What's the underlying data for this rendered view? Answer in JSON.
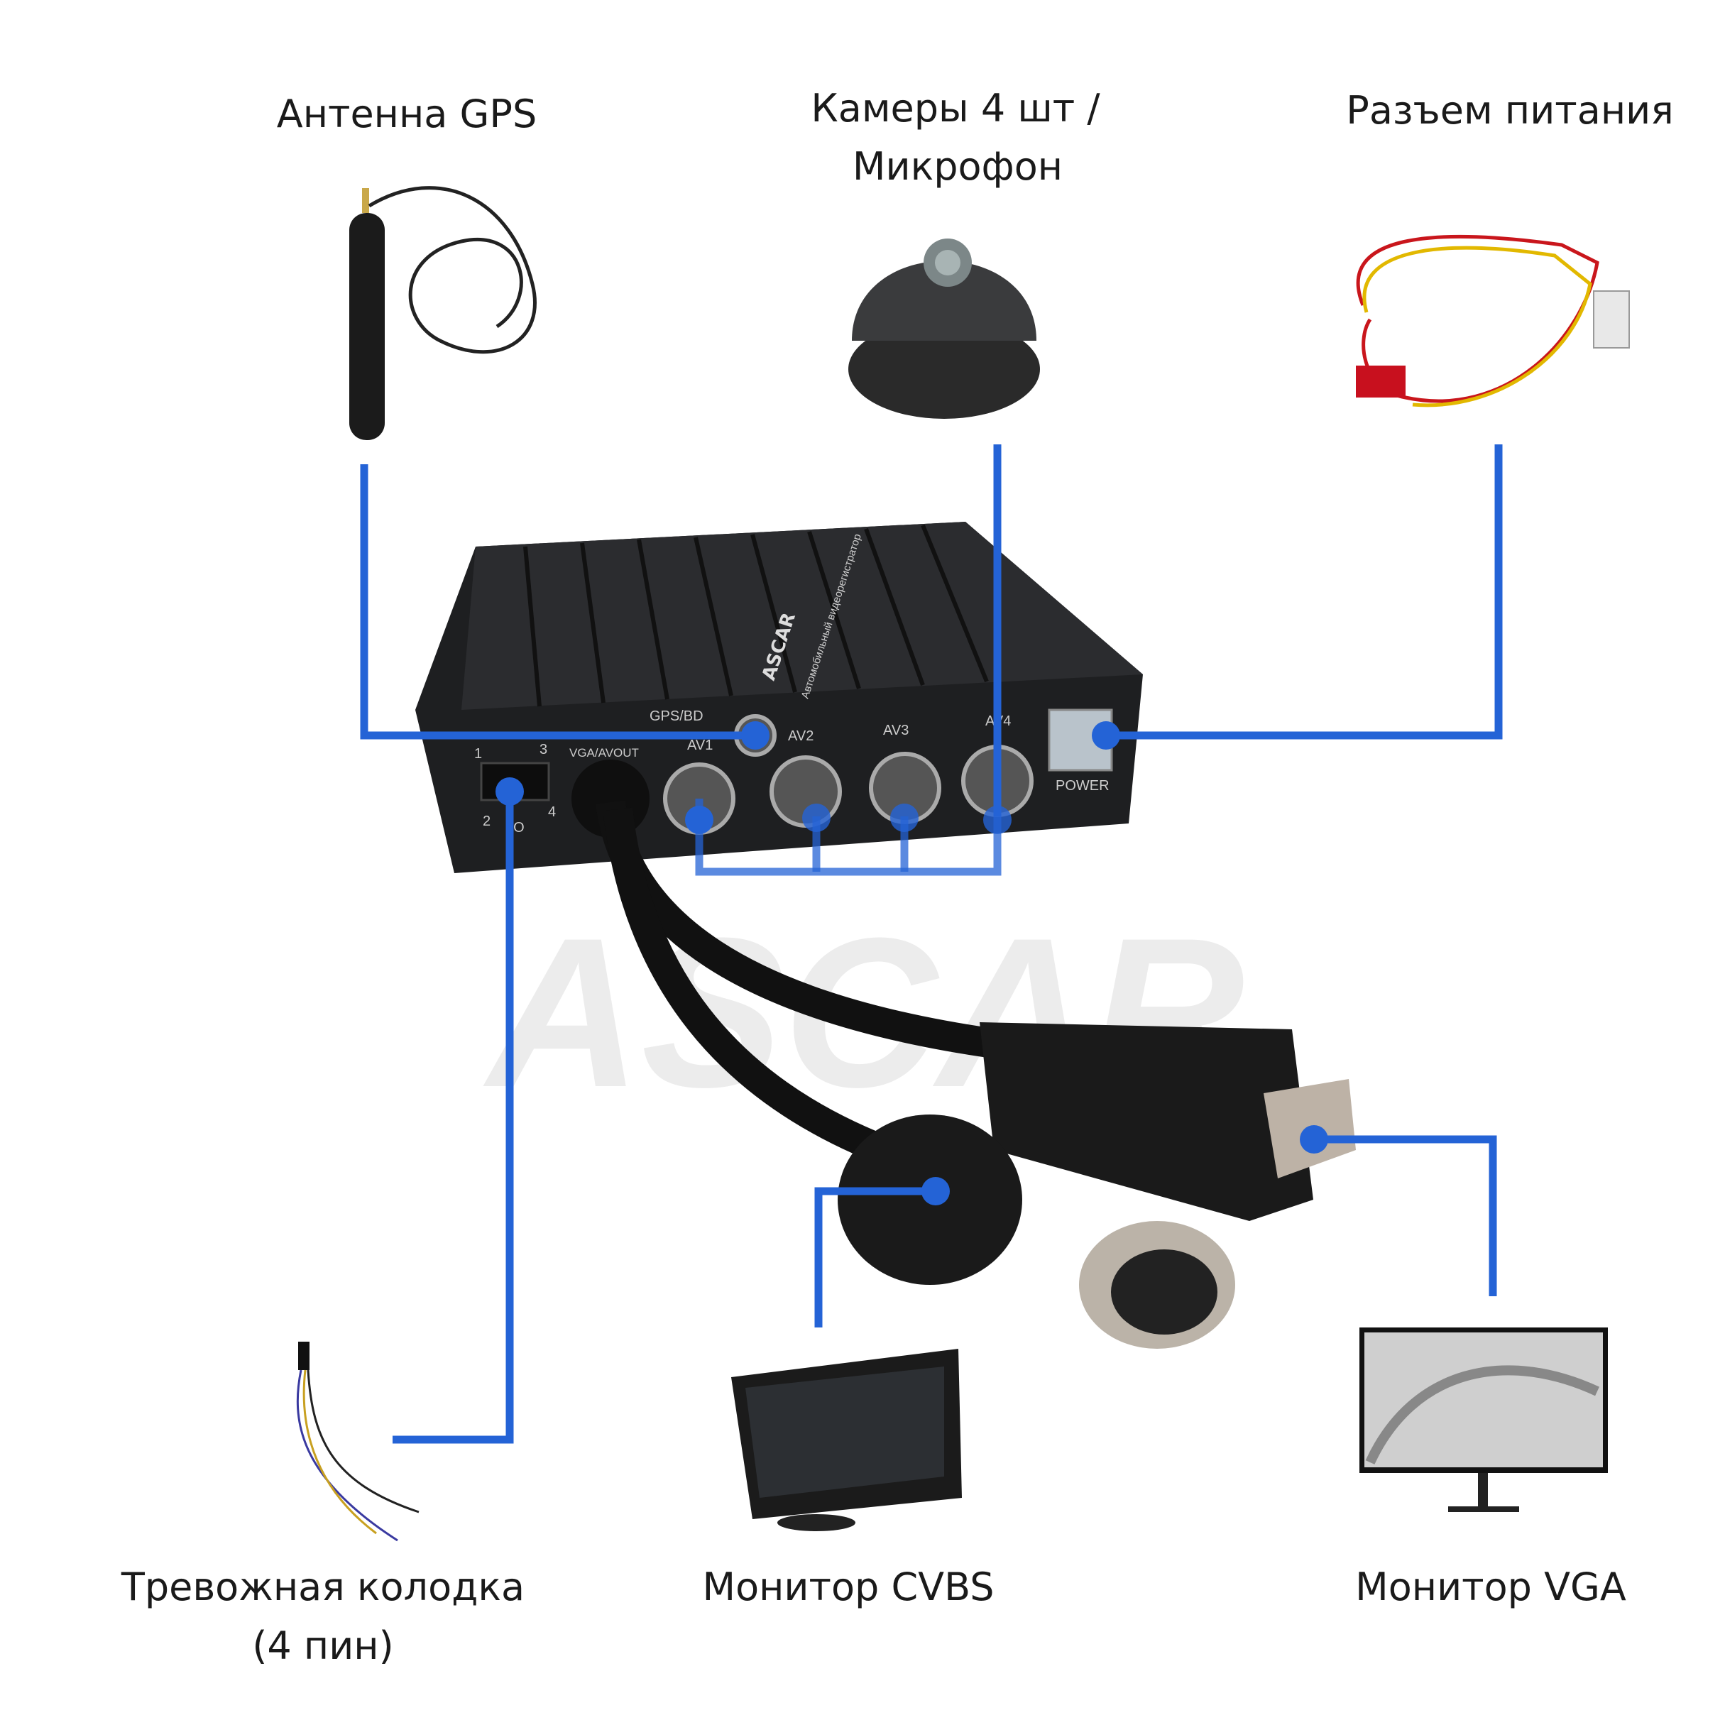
{
  "labels": {
    "gps_antenna": "Антенна GPS",
    "cameras_line1": "Камеры 4 шт /",
    "cameras_line2": "Микрофон",
    "power_connector": "Разъем питания",
    "alarm_line1": "Тревожная колодка",
    "alarm_line2": "(4 пин)",
    "monitor_cvbs": "Монитор CVBS",
    "monitor_vga": "Монитор VGA"
  },
  "device": {
    "brand": "ASCAR",
    "side_text": "Автомобильный видеорегистратор",
    "ports": {
      "gps": "GPS/BD",
      "av1": "AV1",
      "av2": "AV2",
      "av3": "AV3",
      "av4": "AV4",
      "vga": "VGA/AVOUT",
      "power": "POWER",
      "io": "I/O",
      "pin1": "1",
      "pin2": "2",
      "pin3": "3",
      "pin4": "4"
    }
  },
  "watermark": "ASCAR",
  "colors": {
    "connector_line": "#2463d6",
    "device": "#1e1f21"
  }
}
